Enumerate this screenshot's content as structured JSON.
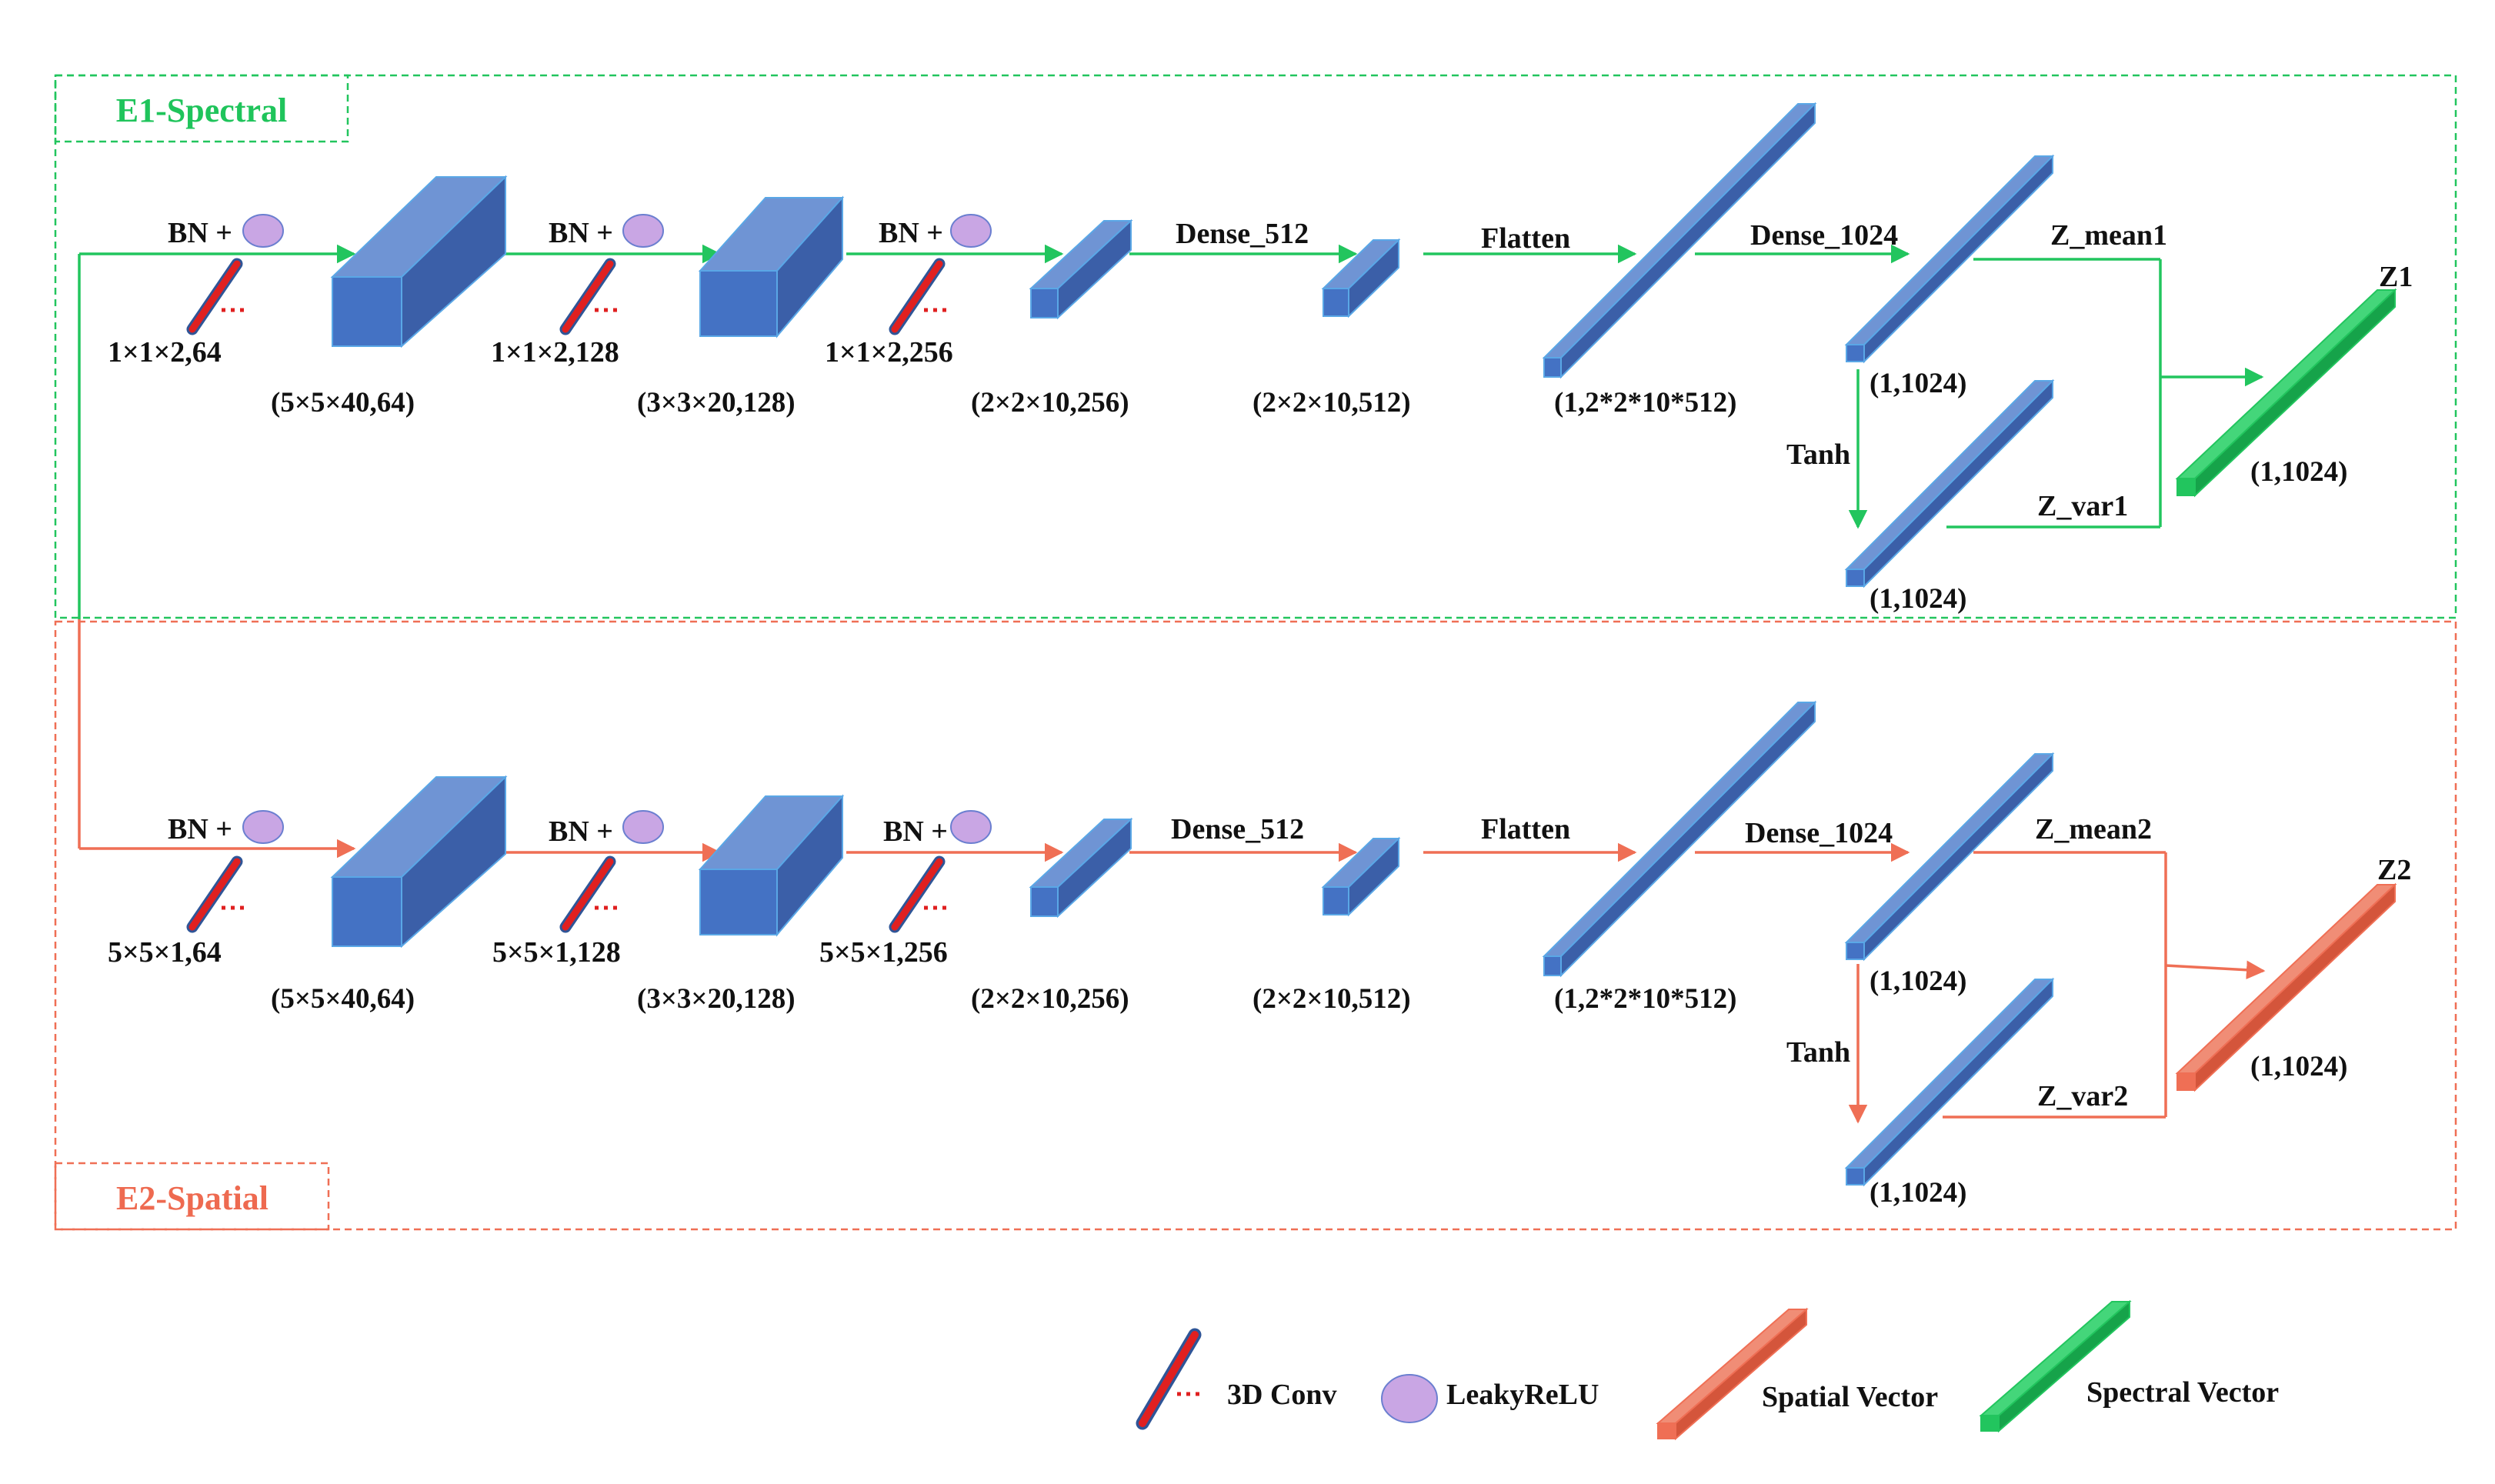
{
  "colors": {
    "spectral": "#22c55e",
    "spatial": "#ef6f55",
    "block": "#4472c4",
    "conv": "#e02020",
    "relu": "#c9a6e4"
  },
  "sections": {
    "spectral": "E1-Spectral",
    "spatial": "E2-Spatial"
  },
  "spectral": {
    "bn": [
      "BN +",
      "BN +",
      "BN +"
    ],
    "kernels": [
      "1×1×2,64",
      "1×1×2,128",
      "1×1×2,256"
    ],
    "shapes": [
      "(5×5×40,64)",
      "(3×3×20,128)",
      "(2×2×10,256)",
      "(2×2×10,512)",
      "(1,2*2*10*512)"
    ],
    "dense512": "Dense_512",
    "flatten": "Flatten",
    "dense1024": "Dense_1024",
    "z_mean": "Z_mean1",
    "z_var": "Z_var1",
    "tanh": "Tanh",
    "out_mean": "(1,1024)",
    "out_var": "(1,1024)",
    "z_name": "Z1",
    "z_shape": "(1,1024)"
  },
  "spatial": {
    "bn": [
      "BN +",
      "BN +",
      "BN +"
    ],
    "kernels": [
      "5×5×1,64",
      "5×5×1,128",
      "5×5×1,256"
    ],
    "shapes": [
      "(5×5×40,64)",
      "(3×3×20,128)",
      "(2×2×10,256)",
      "(2×2×10,512)",
      "(1,2*2*10*512)"
    ],
    "dense512": "Dense_512",
    "flatten": "Flatten",
    "dense1024": "Dense_1024",
    "z_mean": "Z_mean2",
    "z_var": "Z_var2",
    "tanh": "Tanh",
    "out_mean": "(1,1024)",
    "out_var": "(1,1024)",
    "z_name": "Z2",
    "z_shape": "(1,1024)"
  },
  "legend": {
    "conv": "3D Conv",
    "relu": "LeakyReLU",
    "spatial_vector": "Spatial Vector",
    "spectral_vector": "Spectral Vector"
  }
}
